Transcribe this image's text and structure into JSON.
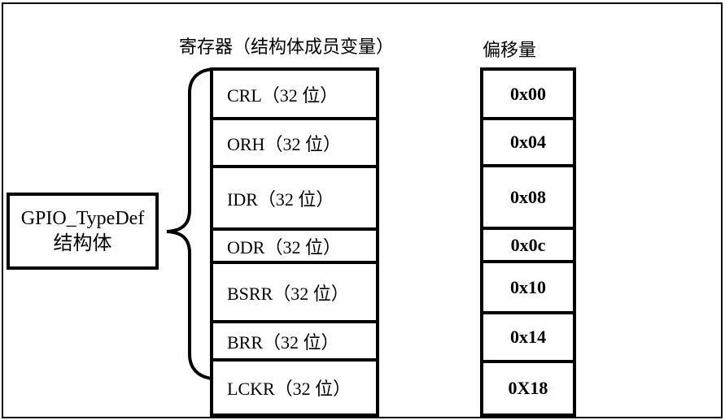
{
  "colors": {
    "line": "#000000",
    "background": "#ffffff"
  },
  "headers": {
    "registers": "寄存器（结构体成员变量）",
    "offset": "偏移量"
  },
  "struct_box": {
    "line1": "GPIO_TypeDef",
    "line2": "结构体"
  },
  "rows": [
    {
      "register": "CRL（32 位）",
      "offset": "0x00"
    },
    {
      "register": "ORH（32 位）",
      "offset": "0x04"
    },
    {
      "register": "IDR（32 位）",
      "offset": "0x08"
    },
    {
      "register": "ODR（32 位）",
      "offset": "0x0c"
    },
    {
      "register": "BSRR（32 位）",
      "offset": "0x10"
    },
    {
      "register": "BRR（32 位）",
      "offset": "0x14"
    },
    {
      "register": "LCKR（32 位）",
      "offset": "0X18"
    }
  ]
}
